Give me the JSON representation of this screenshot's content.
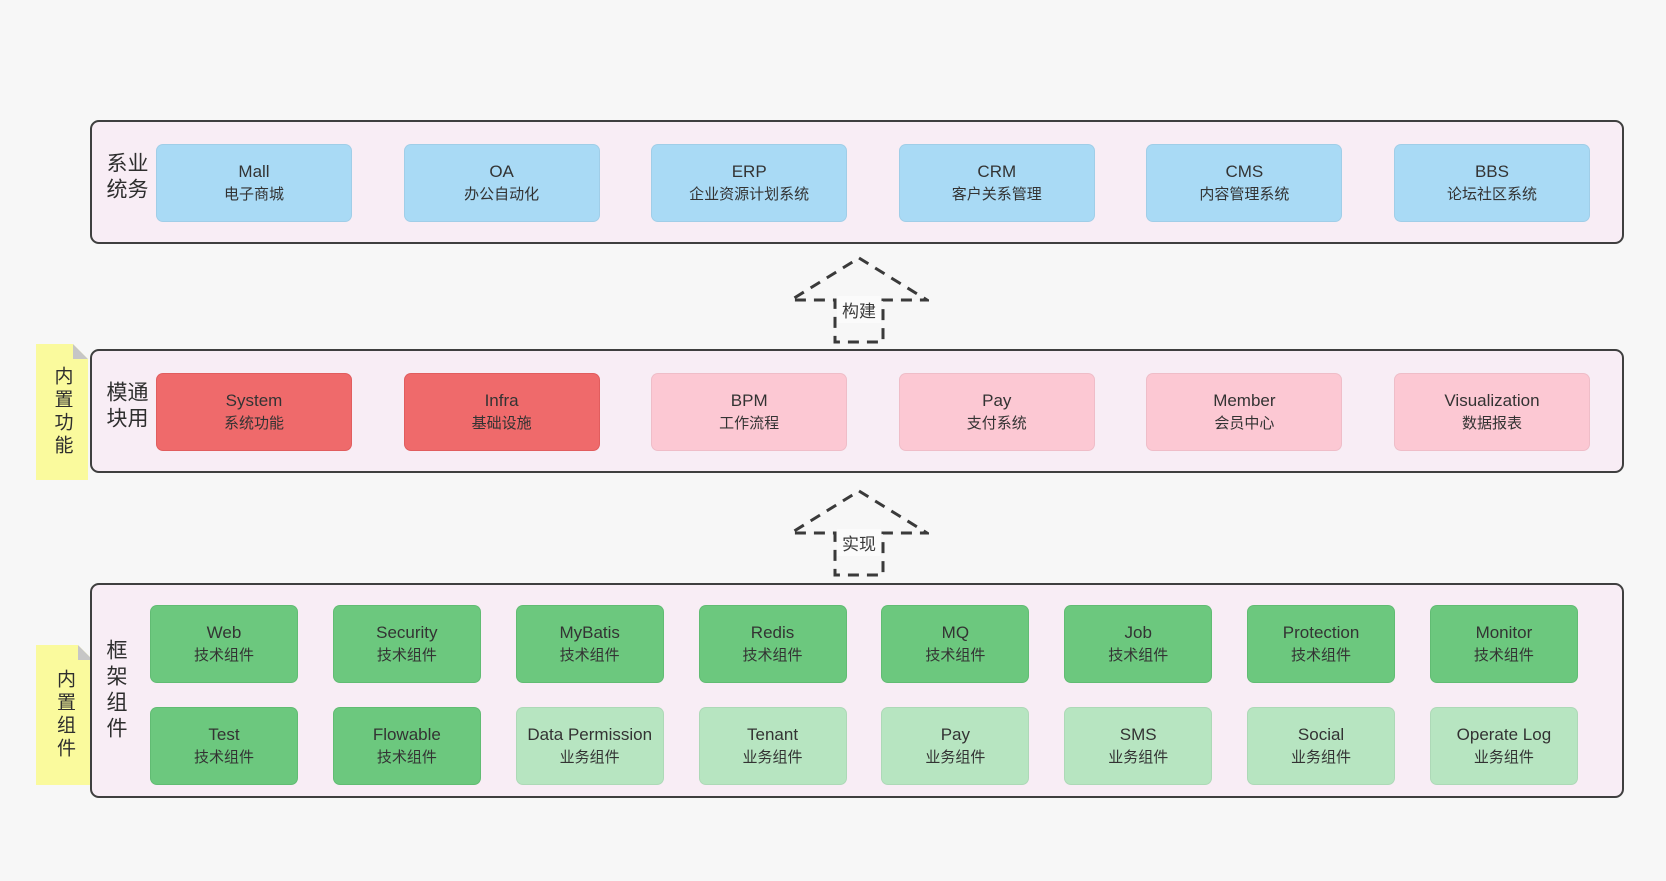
{
  "colors": {
    "page_bg": "#f7f7f7",
    "band_bg": "#f8edf5",
    "band_border": "#3f3f3f",
    "blue_box": "#a9daf5",
    "red_box": "#ef6a6b",
    "pink_box": "#fcc8d3",
    "green_box": "#6cc87e",
    "light_green_box": "#b7e5c1",
    "note_bg": "#fafa9d",
    "note_fold": "#c6c6c6",
    "text": "#333333"
  },
  "arrows": [
    {
      "label": "构建"
    },
    {
      "label": "实现"
    }
  ],
  "bands": [
    {
      "label": "业务系统",
      "boxes": [
        {
          "title": "Mall",
          "subtitle": "电子商城"
        },
        {
          "title": "OA",
          "subtitle": "办公自动化"
        },
        {
          "title": "ERP",
          "subtitle": "企业资源计划系统"
        },
        {
          "title": "CRM",
          "subtitle": "客户关系管理"
        },
        {
          "title": "CMS",
          "subtitle": "内容管理系统"
        },
        {
          "title": "BBS",
          "subtitle": "论坛社区系统"
        }
      ]
    },
    {
      "label": "通用模块",
      "note": "内置功能",
      "boxes": [
        {
          "title": "System",
          "subtitle": "系统功能"
        },
        {
          "title": "Infra",
          "subtitle": "基础设施"
        },
        {
          "title": "BPM",
          "subtitle": "工作流程"
        },
        {
          "title": "Pay",
          "subtitle": "支付系统"
        },
        {
          "title": "Member",
          "subtitle": "会员中心"
        },
        {
          "title": "Visualization",
          "subtitle": "数据报表"
        }
      ]
    },
    {
      "label": "框架组件",
      "note": "内置组件",
      "rows": [
        [
          {
            "title": "Web",
            "subtitle": "技术组件"
          },
          {
            "title": "Security",
            "subtitle": "技术组件"
          },
          {
            "title": "MyBatis",
            "subtitle": "技术组件"
          },
          {
            "title": "Redis",
            "subtitle": "技术组件"
          },
          {
            "title": "MQ",
            "subtitle": "技术组件"
          },
          {
            "title": "Job",
            "subtitle": "技术组件"
          },
          {
            "title": "Protection",
            "subtitle": "技术组件"
          },
          {
            "title": "Monitor",
            "subtitle": "技术组件"
          }
        ],
        [
          {
            "title": "Test",
            "subtitle": "技术组件"
          },
          {
            "title": "Flowable",
            "subtitle": "技术组件"
          },
          {
            "title": "Data Permission",
            "subtitle": "业务组件"
          },
          {
            "title": "Tenant",
            "subtitle": "业务组件"
          },
          {
            "title": "Pay",
            "subtitle": "业务组件"
          },
          {
            "title": "SMS",
            "subtitle": "业务组件"
          },
          {
            "title": "Social",
            "subtitle": "业务组件"
          },
          {
            "title": "Operate Log",
            "subtitle": "业务组件"
          }
        ]
      ]
    }
  ]
}
